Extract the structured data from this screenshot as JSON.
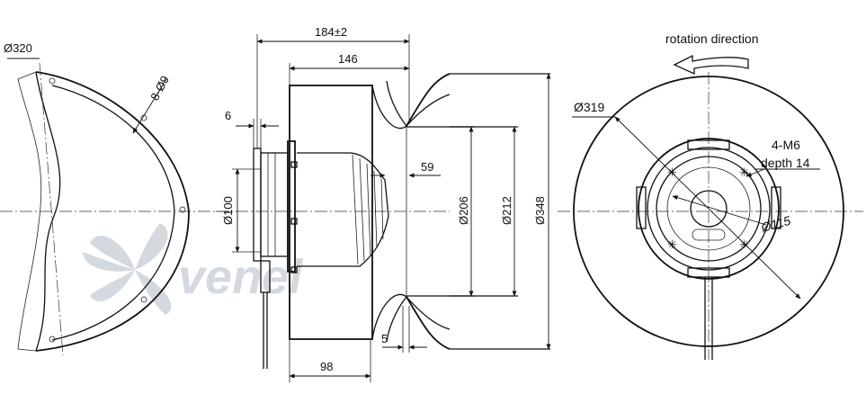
{
  "labels": {
    "d320": "Ø320",
    "holes": "8-Ø9",
    "w184": "184±2",
    "w146": "146",
    "w6": "6",
    "d100": "Ø100",
    "w59": "59",
    "d206": "Ø206",
    "d212": "Ø212",
    "d348": "Ø348",
    "w5": "5",
    "w98": "98",
    "rotation": "rotation direction",
    "d319": "Ø319",
    "m6": "4-M6",
    "depth": "depth 14",
    "d115": "Ø115"
  },
  "watermark": {
    "text": "venel"
  },
  "colors": {
    "line": "#111111",
    "watermark": "#d4d8df"
  }
}
